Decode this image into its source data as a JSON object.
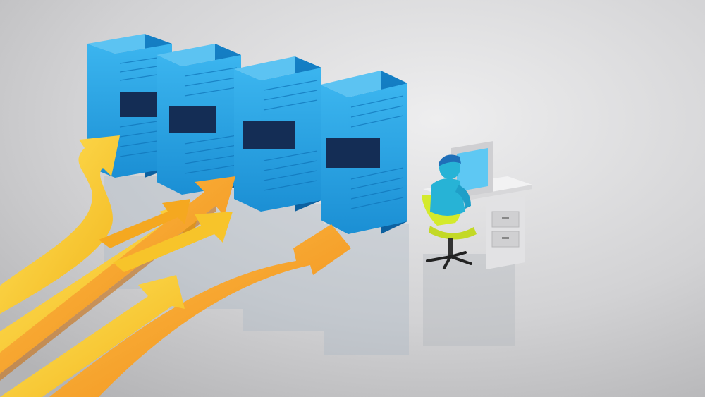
{
  "scene": {
    "floor_light": "#eeeeef",
    "floor_dark": "#b4b4b6",
    "server_front": "#1e9fe0",
    "server_side": "#0f73b8",
    "server_top": "#5cc3f2",
    "server_grille": "#142d55",
    "arrow_yellow": "#f2c81c",
    "arrow_orange": "#f29a1c",
    "arrow_shadow": "#c96f10",
    "person_shirt": "#27b3d6",
    "person_hat": "#1f6fb8",
    "chair_seat": "#d4ea2c",
    "desk_top": "#e9e9ea",
    "monitor_screen": "#5ec8f3"
  },
  "icons": {
    "server": "server-rack-icon",
    "arrow": "arrow-icon",
    "person": "operator-icon",
    "monitor": "monitor-icon",
    "desk": "desk-icon",
    "chair": "office-chair-icon"
  },
  "servers": [
    {
      "id": "rack-1"
    },
    {
      "id": "rack-2"
    },
    {
      "id": "rack-3"
    },
    {
      "id": "rack-4"
    }
  ],
  "arrows": [
    {
      "id": "arrow-1",
      "color": "#f2c81c"
    },
    {
      "id": "arrow-2",
      "color": "#f5b820"
    },
    {
      "id": "arrow-3",
      "color": "#f29a1c"
    },
    {
      "id": "arrow-4",
      "color": "#f5a820"
    },
    {
      "id": "arrow-5",
      "color": "#f2c81c"
    }
  ]
}
